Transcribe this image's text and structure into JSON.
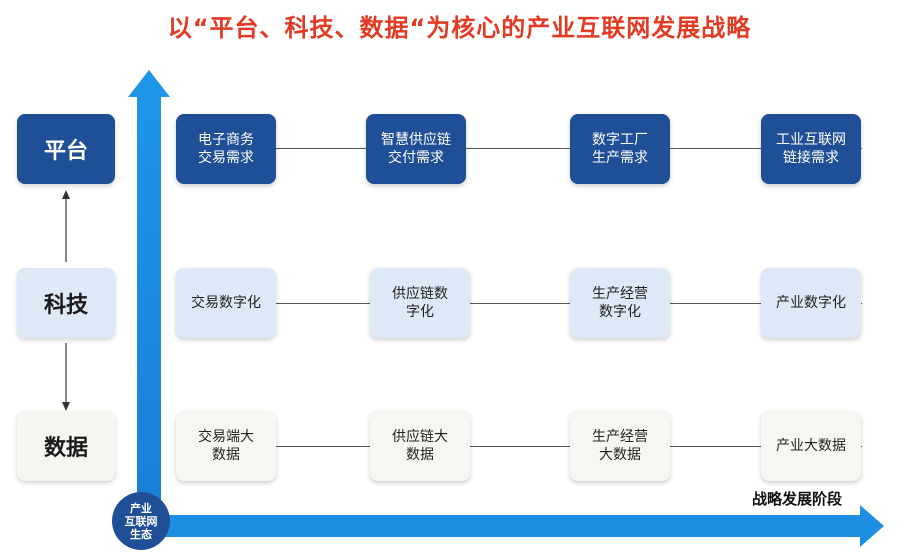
{
  "title": "以“平台、科技、数据“为核心的产业互联网发展战略",
  "rows": [
    {
      "label": "平台",
      "boxes": [
        [
          "电子商务",
          "交易需求"
        ],
        [
          "智慧供应链",
          "交付需求"
        ],
        [
          "数字工厂",
          "生产需求"
        ],
        [
          "工业互联网",
          "链接需求"
        ]
      ]
    },
    {
      "label": "科技",
      "boxes": [
        [
          "交易数字化"
        ],
        [
          "供应链数",
          "字化"
        ],
        [
          "生产经营",
          "数字化"
        ],
        [
          "产业数字化"
        ]
      ]
    },
    {
      "label": "数据",
      "boxes": [
        [
          "交易端大",
          "数据"
        ],
        [
          "供应链大",
          "数据"
        ],
        [
          "生产经营",
          "大数据"
        ],
        [
          "产业大数据"
        ]
      ]
    }
  ],
  "origin_lines": [
    "产业",
    "互联网",
    "生态"
  ],
  "x_axis_label": "战略发展阶段",
  "colors": {
    "title": "#e23a23",
    "platform": "#1f4f96",
    "tech": "#dde9f6",
    "axis": "#1a8fe0"
  }
}
